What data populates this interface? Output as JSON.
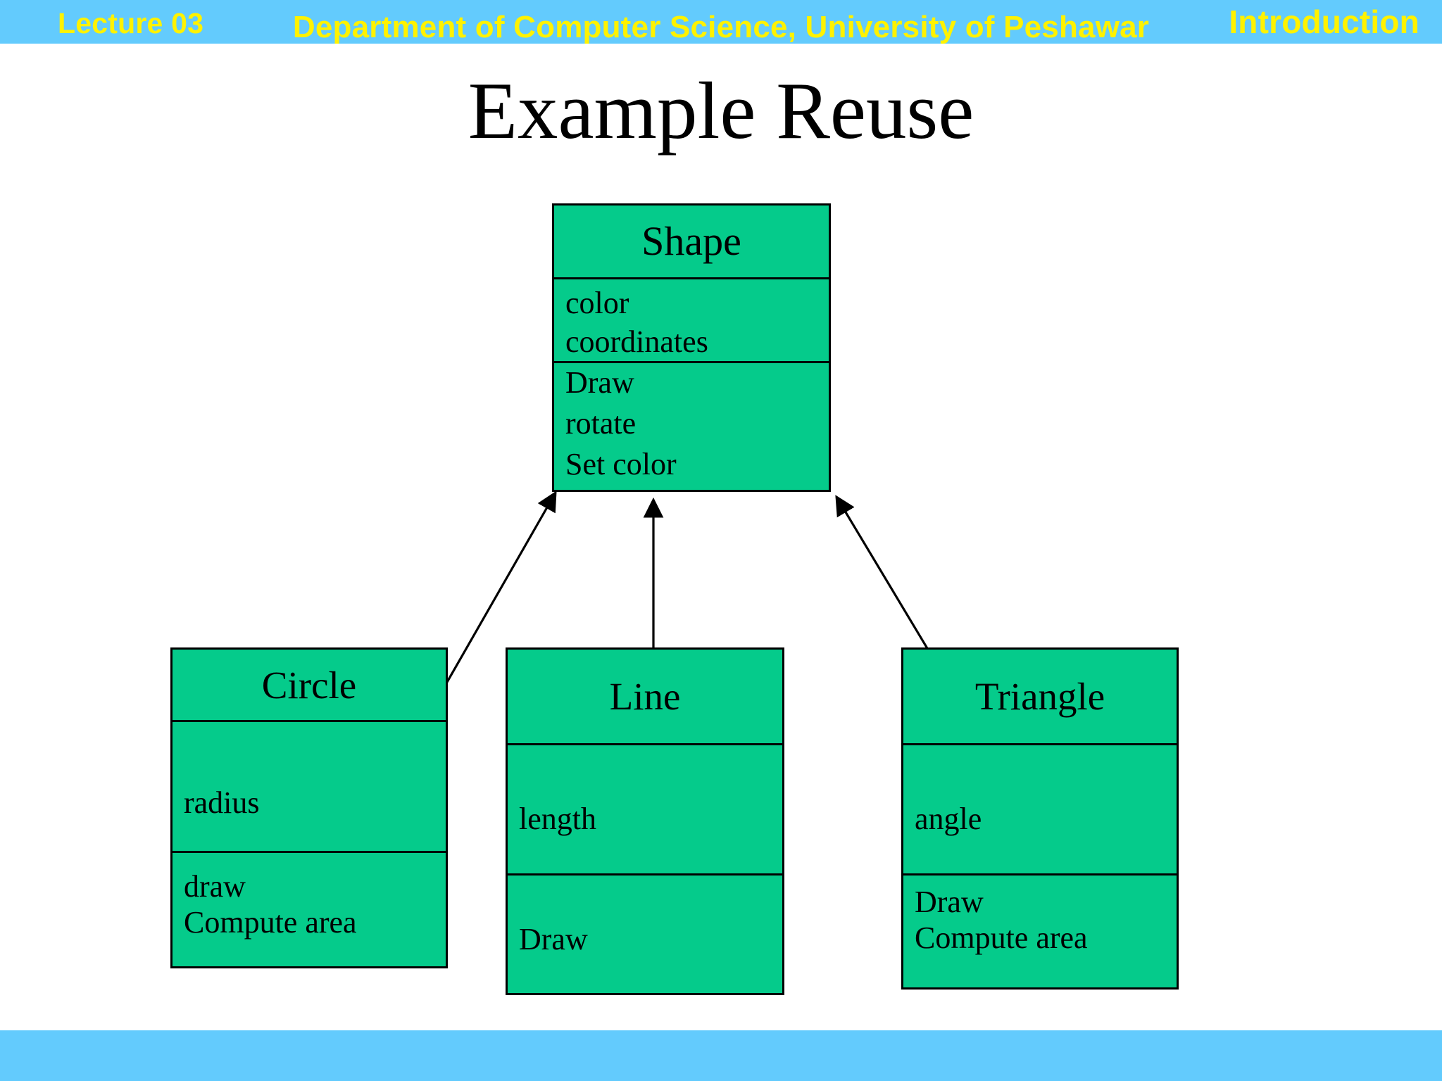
{
  "header": {
    "lecture_label": "Lecture 03",
    "section_label": "Introduction",
    "bar_color": "#63CBFD",
    "text_color": "#FFF200"
  },
  "footer": {
    "label": "Department  of Computer Science, University of Peshawar",
    "bar_color": "#63CBFD",
    "text_color": "#FFF200"
  },
  "title": "Example Reuse",
  "diagram": {
    "fill_color": "#05CB8B",
    "stroke_color": "#000000",
    "relationship": "generalization",
    "superclass": {
      "name": "Shape",
      "attributes": [
        "color",
        "coordinates"
      ],
      "operations": [
        "Draw",
        "rotate",
        "Set color"
      ]
    },
    "subclasses": [
      {
        "name": "Circle",
        "attributes": [
          "radius"
        ],
        "operations": [
          "draw",
          "Compute area"
        ]
      },
      {
        "name": "Line",
        "attributes": [
          "length"
        ],
        "operations": [
          "Draw"
        ]
      },
      {
        "name": "Triangle",
        "attributes": [
          "angle"
        ],
        "operations": [
          "Draw",
          "Compute area"
        ]
      }
    ]
  }
}
